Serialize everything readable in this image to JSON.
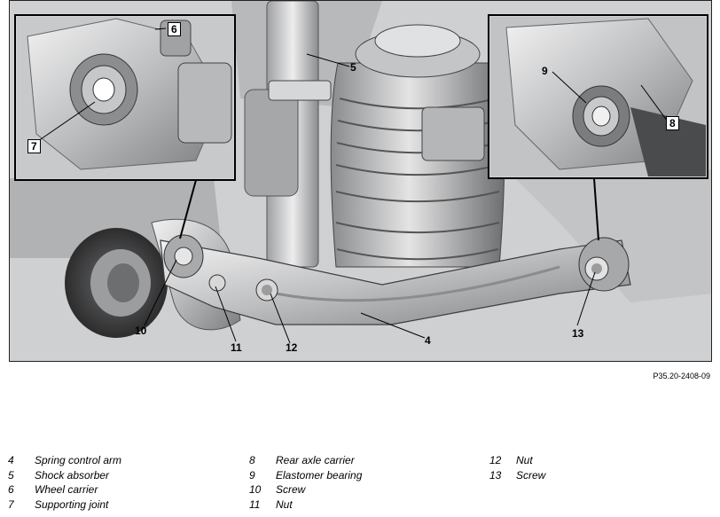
{
  "figure": {
    "id": "P35.20-2408-09",
    "callouts": {
      "c4": "4",
      "c5": "5",
      "c6": "6",
      "c7": "7",
      "c8": "8",
      "c9": "9",
      "c10": "10",
      "c11": "11",
      "c12": "12",
      "c13": "13"
    }
  },
  "legend": {
    "col1": [
      {
        "num": "4",
        "label": "Spring control arm"
      },
      {
        "num": "5",
        "label": "Shock absorber"
      },
      {
        "num": "6",
        "label": "Wheel carrier"
      },
      {
        "num": "7",
        "label": "Supporting joint"
      }
    ],
    "col2": [
      {
        "num": "8",
        "label": "Rear axle carrier"
      },
      {
        "num": "9",
        "label": "Elastomer bearing"
      },
      {
        "num": "10",
        "label": "Screw"
      },
      {
        "num": "11",
        "label": "Nut"
      }
    ],
    "col3": [
      {
        "num": "12",
        "label": "Nut"
      },
      {
        "num": "13",
        "label": "Screw"
      }
    ]
  },
  "colors": {
    "metal": "#c9cacc",
    "dark": "#3a3a3a",
    "background": "#d9dadb"
  }
}
